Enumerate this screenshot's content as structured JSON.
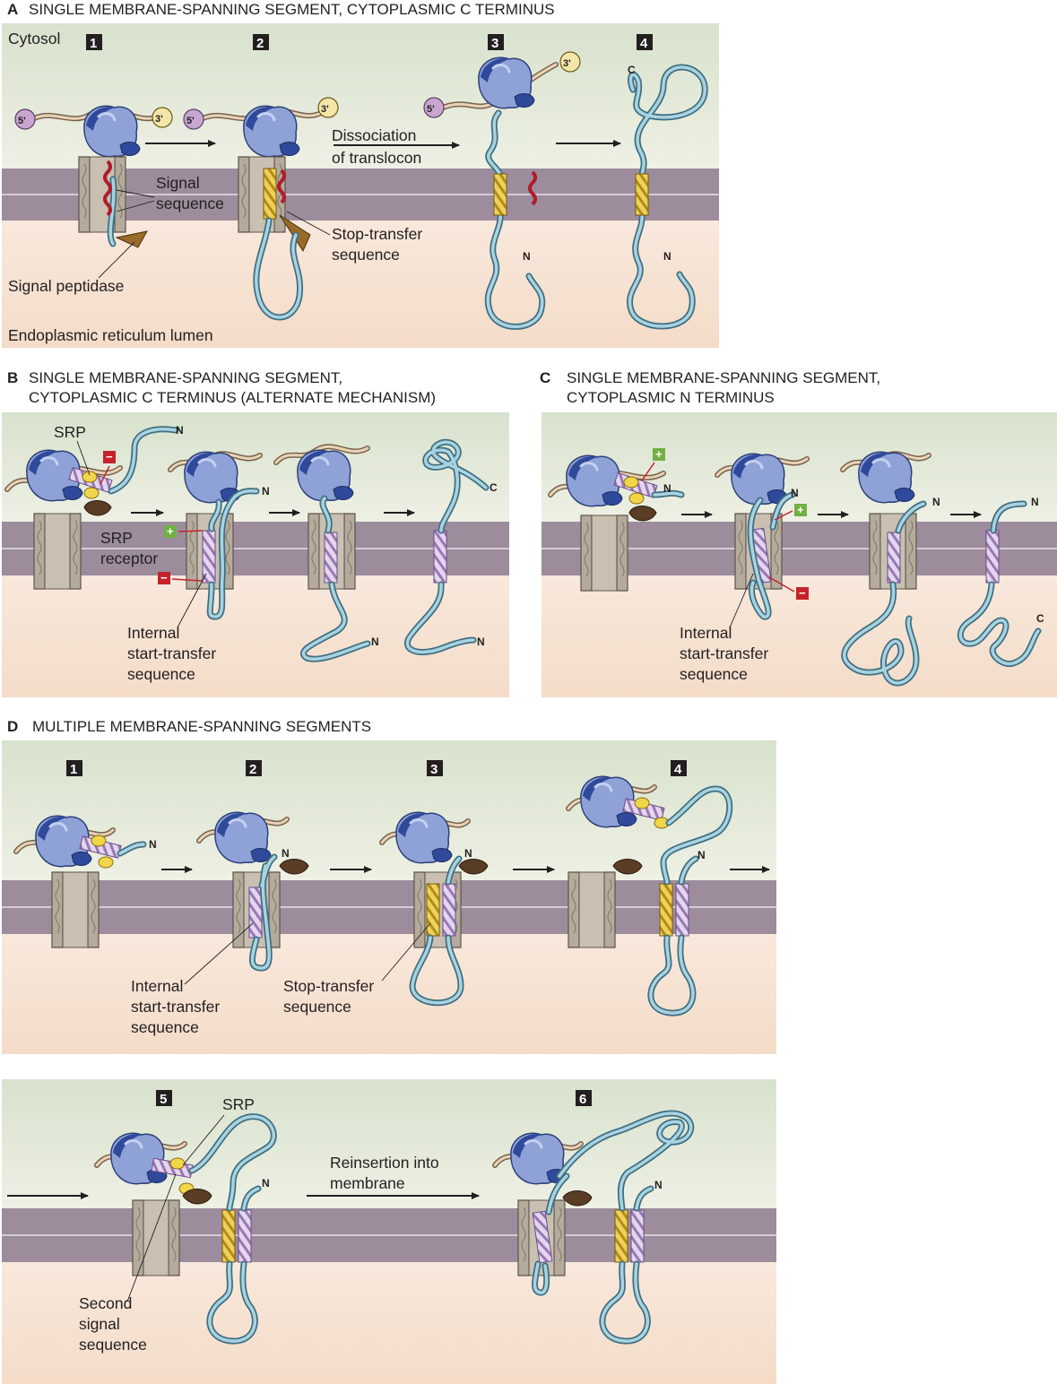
{
  "panels": {
    "A": {
      "letter": "A",
      "title": "SINGLE MEMBRANE-SPANNING SEGMENT, CYTOPLASMIC C TERMINUS",
      "cytosol_label": "Cytosol",
      "lumen_label": "Endoplasmic reticulum lumen",
      "steps": [
        "1",
        "2",
        "3",
        "4"
      ],
      "labels": {
        "signal_sequence": [
          "Signal",
          "sequence"
        ],
        "signal_peptidase": "Signal peptidase",
        "stop_transfer": [
          "Stop-transfer",
          "sequence"
        ],
        "dissociation": [
          "Dissociation",
          "of translocon"
        ]
      },
      "mrna_ends": {
        "five": "5'",
        "three": "3'"
      },
      "termini": {
        "c": "C",
        "n": "N"
      }
    },
    "B": {
      "letter": "B",
      "title_lines": [
        "SINGLE MEMBRANE-SPANNING SEGMENT,",
        "CYTOPLASMIC C TERMINUS (ALTERNATE MECHANISM)"
      ],
      "labels": {
        "srp": "SRP",
        "srp_receptor": [
          "SRP",
          "receptor"
        ],
        "internal_start": [
          "Internal",
          "start-transfer",
          "sequence"
        ]
      },
      "charges": {
        "plus": "+",
        "minus": "−"
      },
      "termini": {
        "n": "N",
        "c": "C"
      }
    },
    "C": {
      "letter": "C",
      "title_lines": [
        "SINGLE MEMBRANE-SPANNING SEGMENT,",
        "CYTOPLASMIC N TERMINUS"
      ],
      "labels": {
        "internal_start": [
          "Internal",
          "start-transfer",
          "sequence"
        ]
      },
      "charges": {
        "plus": "+",
        "minus": "−"
      },
      "termini": {
        "n": "N",
        "c": "C"
      }
    },
    "D": {
      "letter": "D",
      "title": "MULTIPLE MEMBRANE-SPANNING SEGMENTS",
      "steps_top": [
        "1",
        "2",
        "3",
        "4"
      ],
      "steps_bottom": [
        "5",
        "6"
      ],
      "labels": {
        "internal_start": [
          "Internal",
          "start-transfer",
          "sequence"
        ],
        "stop_transfer": [
          "Stop-transfer",
          "sequence"
        ],
        "srp": "SRP",
        "reinsertion": [
          "Reinsertion into",
          "membrane"
        ],
        "second_signal": [
          "Second",
          "signal",
          "sequence"
        ]
      },
      "termini": {
        "n": "N"
      }
    }
  },
  "colors": {
    "cytosol": "#e0e8d4",
    "membrane": "#9e8e9e",
    "lumen": "#f6e2d2",
    "ribosome": "#8fa2d8",
    "ribosome_dark": "#2f4a9a",
    "chain": "#3f6f82",
    "chain_light": "#a9d3e0",
    "signal_red": "#b01c2a",
    "stop_yellow": "#e7c64a",
    "start_purple": "#c8b2d8",
    "translocon": "#b5ab9c",
    "srp_receptor": "#5a3d25",
    "plus_green": "#72b043",
    "minus_red": "#c4232b",
    "five_prime": "#c8a6d0",
    "three_prime": "#f3e6a8"
  }
}
